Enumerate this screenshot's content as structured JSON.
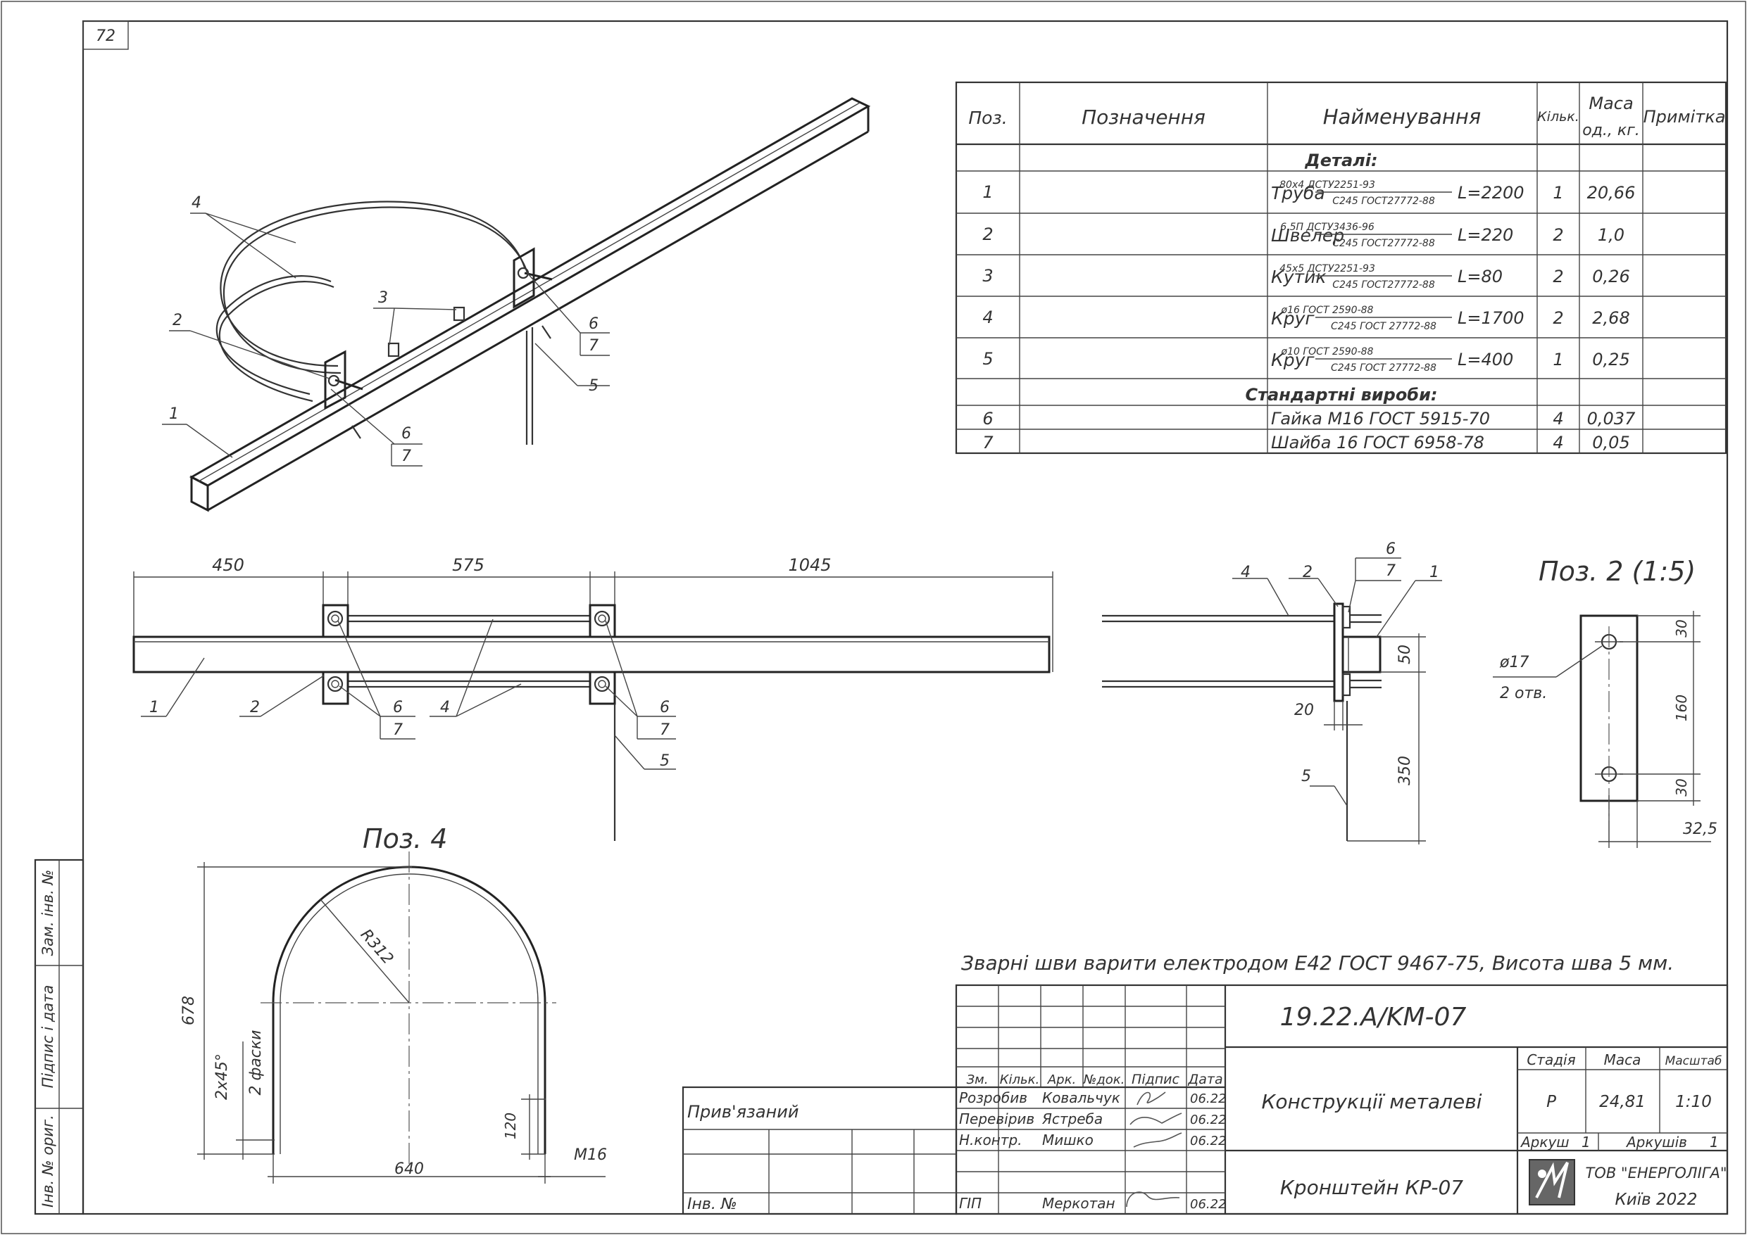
{
  "page": {
    "sheet_number": "72"
  },
  "spec_table": {
    "headers": {
      "pos": "Поз.",
      "designation": "Позначення",
      "name": "Найменування",
      "qty": "Кільк.",
      "mass1": "Маса",
      "mass2": "од., кг.",
      "note": "Примітка"
    },
    "section_details": "Деталі:",
    "section_standard": "Стандартні вироби:",
    "rows": [
      {
        "pos": "1",
        "name": "Труба",
        "top": "80х4 ДСТУ2251-93",
        "bottom": "С245 ГОСТ27772-88",
        "len": "L=2200",
        "qty": "1",
        "mass": "20,66"
      },
      {
        "pos": "2",
        "name": "Швелер",
        "top": "6.5П ДСТУ3436-96",
        "bottom": "С245 ГОСТ27772-88",
        "len": "L=220",
        "qty": "2",
        "mass": "1,0"
      },
      {
        "pos": "3",
        "name": "Кутик",
        "top": "45х5 ДСТУ2251-93",
        "bottom": "С245 ГОСТ27772-88",
        "len": "L=80",
        "qty": "2",
        "mass": "0,26"
      },
      {
        "pos": "4",
        "name": "Круг",
        "top": "ø16 ГОСТ 2590-88",
        "bottom": "С245 ГОСТ 27772-88",
        "len": "L=1700",
        "qty": "2",
        "mass": "2,68"
      },
      {
        "pos": "5",
        "name": "Круг",
        "top": "ø10 ГОСТ 2590-88",
        "bottom": "С245 ГОСТ 27772-88",
        "len": "L=400",
        "qty": "1",
        "mass": "0,25"
      }
    ],
    "std_rows": [
      {
        "pos": "6",
        "name": "Гайка М16 ГОСТ 5915-70",
        "qty": "4",
        "mass": "0,037"
      },
      {
        "pos": "7",
        "name": "Шайба 16 ГОСТ 6958-78",
        "qty": "4",
        "mass": "0,05"
      }
    ]
  },
  "iso_view": {
    "callouts": [
      "4",
      "3",
      "2",
      "1",
      "6",
      "7",
      "5",
      "6",
      "7"
    ]
  },
  "front_view": {
    "dims": [
      "450",
      "575",
      "1045"
    ],
    "callouts": {
      "c1": "1",
      "c2": "2",
      "c4": "4",
      "c6a": "6",
      "c7a": "7",
      "c6b": "6",
      "c7b": "7",
      "c5": "5"
    }
  },
  "side_view": {
    "callouts": {
      "c6": "6",
      "c7": "7",
      "c4": "4",
      "c2": "2",
      "c1": "1",
      "c5": "5"
    },
    "dims": {
      "d50": "50",
      "d20": "20",
      "d350": "350"
    }
  },
  "pos2": {
    "title": "Поз. 2 (1:5)",
    "hole": "ø17",
    "holes_count": "2 отв.",
    "dims": {
      "d30a": "30",
      "d160": "160",
      "d30b": "30",
      "d325": "32,5"
    }
  },
  "pos4": {
    "title": "Поз. 4",
    "dims": {
      "r": "R312",
      "h": "678",
      "chamfer": "2х45°",
      "chamfer2": "2 фаски",
      "d120": "120",
      "w": "640",
      "thread": "М16"
    }
  },
  "weld_note": "Зварні шви варити електродом Е42 ГОСТ 9467-75, Висота шва 5 мм.",
  "left_stamp": {
    "a": "Зам. інв. №",
    "b": "Підпис і дата",
    "c": "Інв. № ориг."
  },
  "titleblock": {
    "doc_code": "19.22.A/KM-07",
    "project": "Конструкції металеві",
    "drawing": "Кронштейн КР-07",
    "stage_label": "Стадія",
    "mass_label": "Маса",
    "scale_label": "Масштаб",
    "stage": "Р",
    "mass": "24,81",
    "scale": "1:10",
    "sheet_label": "Аркуш",
    "sheet": "1",
    "sheets_label": "Аркушів",
    "sheets": "1",
    "company": "ТОВ \"ЕНЕРГОЛІГА\"",
    "city_year": "Київ 2022",
    "linked": "Прив'язаний",
    "inv": "Інв. №",
    "head": {
      "zm": "Зм.",
      "kil": "Кільк.",
      "ark": "Арк.",
      "doc": "№док.",
      "sign": "Підпис",
      "date": "Дата"
    },
    "people": [
      {
        "role": "Розробив",
        "name": "Ковальчук",
        "date": "06.22"
      },
      {
        "role": "Перевірив",
        "name": "Ястреба",
        "date": "06.22"
      },
      {
        "role": "Н.контр.",
        "name": "Мишко",
        "date": "06.22"
      },
      {
        "role": "ГІП",
        "name": "Меркотан",
        "date": "06.22"
      }
    ]
  }
}
